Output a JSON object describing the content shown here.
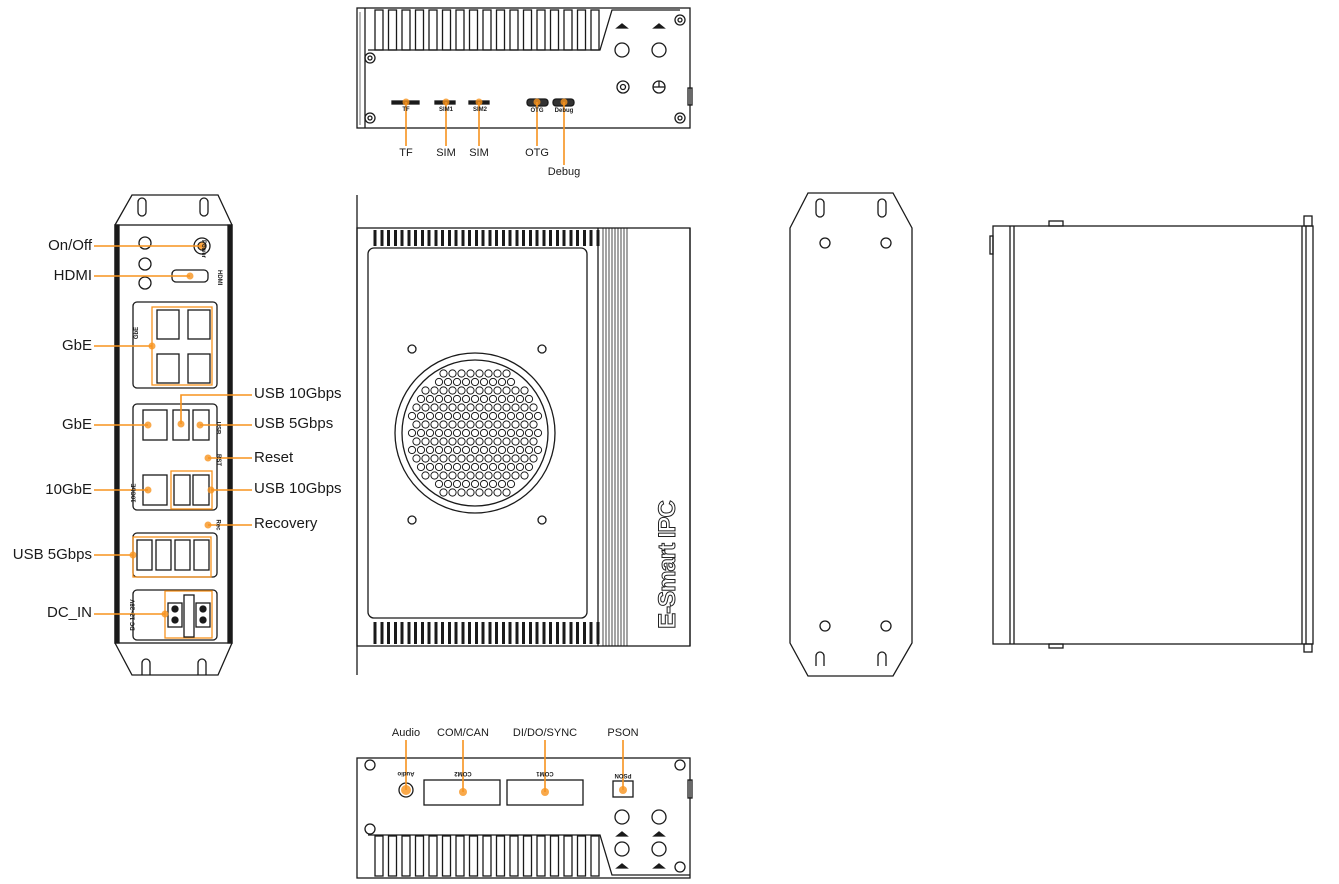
{
  "colors": {
    "accent": "#f7931e",
    "line": "#1a1a1a"
  },
  "front_panel": {
    "left_labels": [
      "On/Off",
      "HDMI",
      "GbE",
      "GbE",
      "10GbE",
      "USB 5Gbps",
      "DC_IN"
    ],
    "right_labels": [
      "USB 10Gbps",
      "USB 5Gbps",
      "Reset",
      "USB 10Gbps",
      "Recovery"
    ],
    "silkscreen": {
      "power": "Power",
      "hdmi": "HDMI",
      "gbe": "GbE",
      "tengbe": "10GbE",
      "usb": "USB",
      "rst": "RST",
      "rec": "Rec",
      "dc": "DC 12~28V"
    }
  },
  "top_panel": {
    "labels": [
      "TF",
      "SIM",
      "SIM",
      "OTG",
      "Debug"
    ],
    "silkscreen": [
      "TF",
      "SIM1",
      "SIM2",
      "OTG",
      "Debug"
    ]
  },
  "bottom_panel": {
    "labels": [
      "Audio",
      "COM/CAN",
      "DI/DO/SYNC",
      "PSON"
    ],
    "silkscreen": [
      "Audio",
      "COM2",
      "COM1",
      "PSON"
    ]
  },
  "top_view": {
    "brand": "E-Smart IPC"
  }
}
